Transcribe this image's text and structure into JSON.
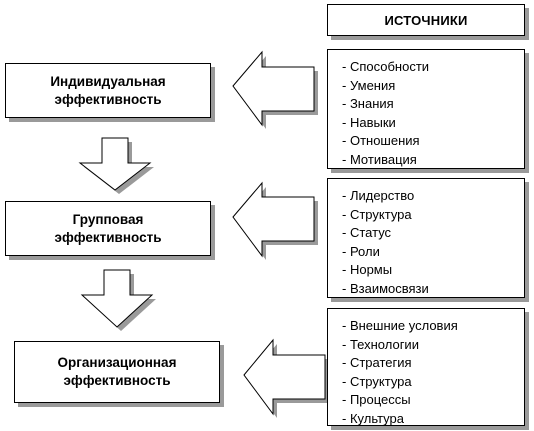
{
  "header": {
    "title": "ИСТОЧНИКИ"
  },
  "levels": [
    {
      "line1": "Индивидуальная",
      "line2": "эффективность"
    },
    {
      "line1": "Групповая",
      "line2": "эффективность"
    },
    {
      "line1": "Организационная",
      "line2": "эффективность"
    }
  ],
  "sources": [
    {
      "items": [
        "Способности",
        "Умения",
        "Знания",
        "Навыки",
        "Отношения",
        "Мотивация"
      ]
    },
    {
      "items": [
        "Лидерство",
        "Структура",
        "Статус",
        "Роли",
        "Нормы",
        "Взаимосвязи"
      ]
    },
    {
      "items": [
        "Внешние условия",
        "Технологии",
        "Стратегия",
        "Структура",
        "Процессы",
        "Культура"
      ]
    }
  ],
  "colors": {
    "border": "#000000",
    "shadow": "#9a9a9a",
    "background": "#ffffff"
  }
}
